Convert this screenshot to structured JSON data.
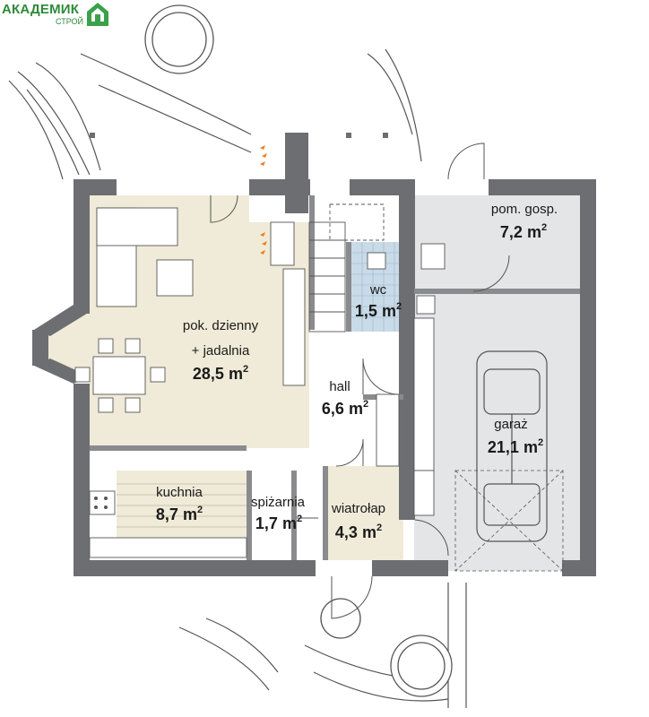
{
  "logo": {
    "brand": "АКАДЕМИК",
    "sub": "СТРОЙ"
  },
  "colors": {
    "wall": "#6d6e71",
    "living": "#efebd8",
    "garage": "#e4e5e7",
    "tile": "#c9dbe8",
    "line": "#555555"
  },
  "rooms": [
    {
      "key": "living",
      "name_line1": "pok. dzienny",
      "name_line2": "+ jadalnia",
      "area": "28,5 m",
      "unit_sup": "2"
    },
    {
      "key": "hall",
      "name_line1": "hall",
      "area": "6,6 m",
      "unit_sup": "2"
    },
    {
      "key": "kitchen",
      "name_line1": "kuchnia",
      "area": "8,7 m",
      "unit_sup": "2"
    },
    {
      "key": "pantry",
      "name_line1": "spiżarnia",
      "area": "1,7 m",
      "unit_sup": "2"
    },
    {
      "key": "vestibule",
      "name_line1": "wiatrołap",
      "area": "4,3 m",
      "unit_sup": "2"
    },
    {
      "key": "wc",
      "name_line1": "wc",
      "area": "1,5 m",
      "unit_sup": "2"
    },
    {
      "key": "utility",
      "name_line1": "pom. gosp.",
      "area": "7,2 m",
      "unit_sup": "2"
    },
    {
      "key": "garage",
      "name_line1": "garaż",
      "area": "21,1 m",
      "unit_sup": "2"
    }
  ]
}
